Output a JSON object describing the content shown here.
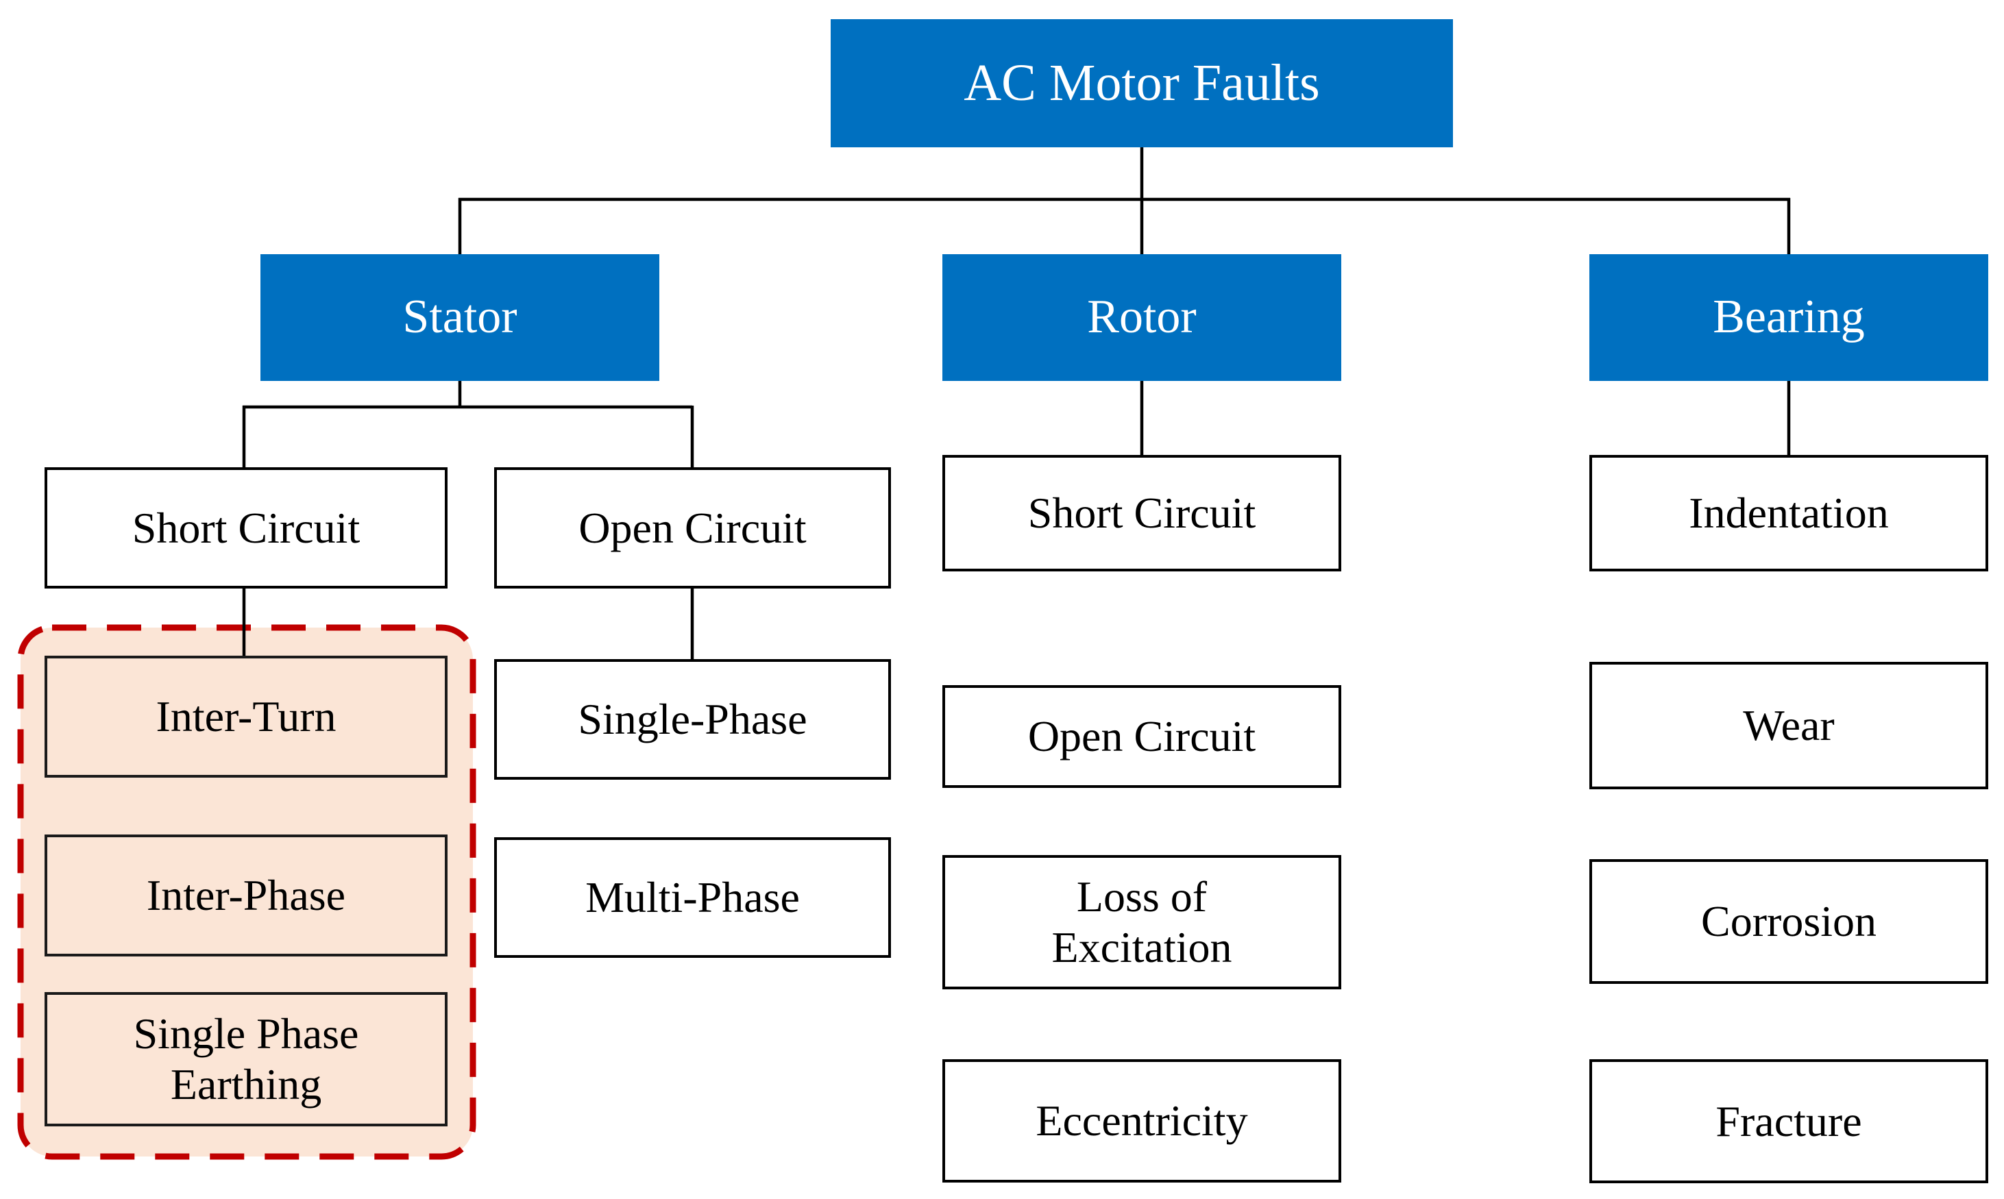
{
  "root": {
    "label": "AC Motor Faults"
  },
  "level1": {
    "stator": {
      "label": "Stator"
    },
    "rotor": {
      "label": "Rotor"
    },
    "bearing": {
      "label": "Bearing"
    }
  },
  "stator_children": {
    "short_circuit": {
      "label": "Short Circuit"
    },
    "open_circuit": {
      "label": "Open Circuit"
    }
  },
  "short_circuit_children": {
    "inter_turn": {
      "label": "Inter-Turn"
    },
    "inter_phase": {
      "label": "Inter-Phase"
    },
    "single_phase_earthing": {
      "label": "Single Phase Earthing"
    }
  },
  "open_circuit_children": {
    "single_phase": {
      "label": "Single-Phase"
    },
    "multi_phase": {
      "label": "Multi-Phase"
    }
  },
  "rotor_children": {
    "short_circuit": {
      "label": "Short Circuit"
    },
    "open_circuit": {
      "label": "Open Circuit"
    },
    "loss_of_excitation": {
      "label": "Loss of Excitation"
    },
    "eccentricity": {
      "label": "Eccentricity"
    }
  },
  "bearing_children": {
    "indentation": {
      "label": "Indentation"
    },
    "wear": {
      "label": "Wear"
    },
    "corrosion": {
      "label": "Corrosion"
    },
    "fracture": {
      "label": "Fracture"
    }
  },
  "colors": {
    "category_box_fill": "#0070C0",
    "category_box_text": "#FFFFFF",
    "leaf_box_fill": "#FFFFFF",
    "leaf_box_border": "#000000",
    "leaf_box_text": "#000000",
    "highlight_group_fill": "#FBE5D6",
    "highlight_group_border": "#C00000",
    "connector_line": "#000000"
  }
}
